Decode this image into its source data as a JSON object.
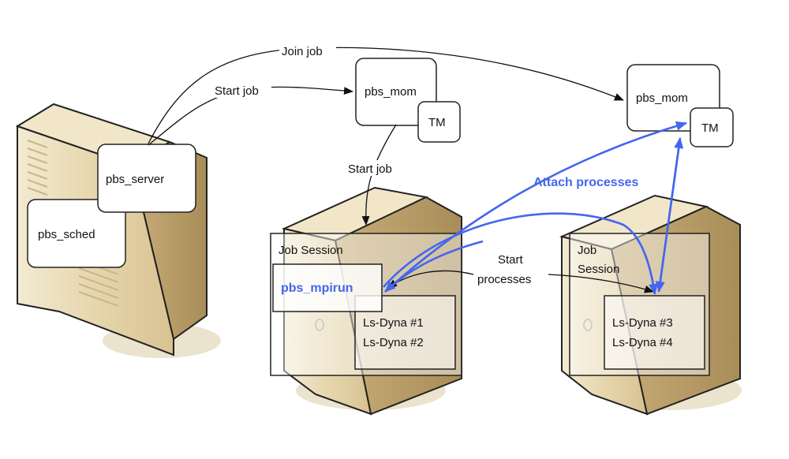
{
  "nodes": {
    "server_host": {
      "pbs_server": "pbs_server",
      "pbs_sched": "pbs_sched"
    },
    "mom_left": {
      "label": "pbs_mom",
      "tm": "TM"
    },
    "mom_right": {
      "label": "pbs_mom",
      "tm": "TM"
    },
    "session_left": {
      "title": "Job Session",
      "mpirun": "pbs_mpirun",
      "procs": [
        "Ls-Dyna #1",
        "Ls-Dyna #2"
      ]
    },
    "session_right": {
      "title_lines": [
        "Job",
        "Session"
      ],
      "procs": [
        "Ls-Dyna #3",
        "Ls-Dyna #4"
      ]
    }
  },
  "edges": {
    "join_job": "Join job",
    "start_job_top": "Start job",
    "start_job_mid": "Start job",
    "start_processes_lines": [
      "Start",
      "processes"
    ],
    "attach_processes": "Attach processes"
  },
  "colors": {
    "tower_front": "#e8d9b4",
    "tower_side": "#c9b07d",
    "tower_shadow": "#e6dcc0",
    "attach_arrow": "#4466ee",
    "black_arrow": "#111111"
  }
}
